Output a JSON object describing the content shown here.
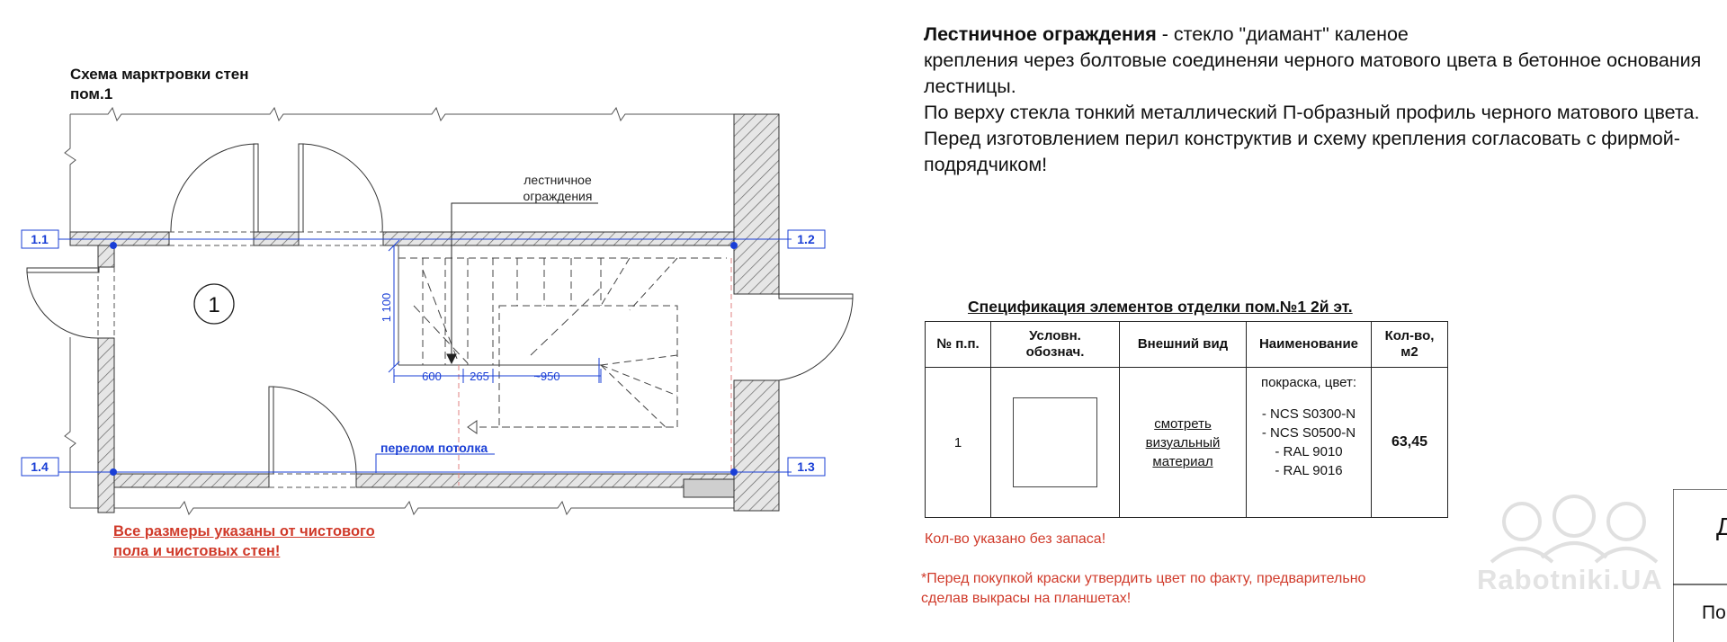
{
  "plan": {
    "title_line1": "Схема марктровки стен",
    "title_line2": "пом.1",
    "room_number": "1",
    "axes": {
      "a1": "1.1",
      "a2": "1.2",
      "a3": "1.3",
      "a4": "1.4"
    },
    "railing_line1": "лестничное",
    "railing_line2": "ограждения",
    "dim_height": "1 100",
    "dim_600": "600",
    "dim_265": "265",
    "dim_950": "~950",
    "ceiling_break": "перелом потолка",
    "warning_line1": "Все размеры указаны от чистового",
    "warning_line2": "пола и чистовых стен!"
  },
  "description": {
    "heading": "Лестничное ограждения",
    "heading_rest": " - стекло \"диамант\" каленое",
    "line2": "крепления через болтовые соединеняи черного матового цвета в бетонное основания лестницы.",
    "line3": "По верху стекла тонкий металлический П-образный профиль черного матового цвета.",
    "line4": "Перед изготовлением перил конструктив и схему крепления согласовать с фирмой-подрядчиком!"
  },
  "spec": {
    "title": "Спецификация элементов отделки  пом.№1 2й эт.",
    "headers": {
      "num": "№ п.п.",
      "sym1": "Условн.",
      "sym2": "обознач.",
      "look": "Внешний вид",
      "name": "Наименование",
      "qty1": "Кол-во,",
      "qty2": "м2"
    },
    "row": {
      "num": "1",
      "look1": "смотреть",
      "look2": "визуальный",
      "look3": "материал",
      "name_head": "покраска, цвет:",
      "c1": "- NCS S0300-N",
      "c2": "- NCS S0500-N",
      "c3": "- RAL 9010",
      "c4": "- RAL 9016",
      "qty": "63,45"
    }
  },
  "notes": {
    "n1": "Кол-во указано без запаса!",
    "n2_line1": "*Перед покупкой краски утвердить цвет по факту, предварительно",
    "n2_line2": " сделав выкрасы на планшетах!"
  },
  "watermark": {
    "text": "Rabotniki.UA"
  },
  "corner": {
    "c1": "Д",
    "c2": "По"
  }
}
